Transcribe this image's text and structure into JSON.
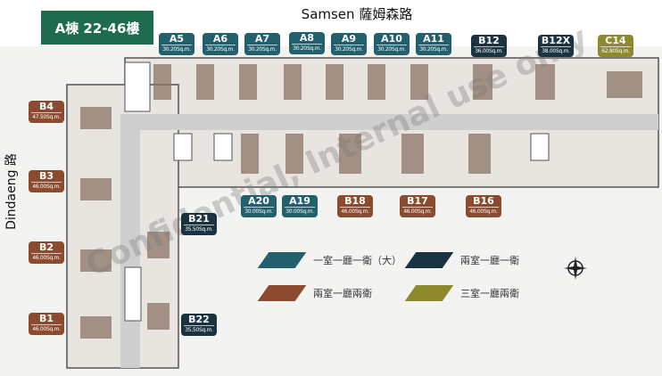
{
  "title": "A棟 22-46樓",
  "roads": {
    "top": "Samsen 薩姆森路",
    "left": "Dindaeng 路"
  },
  "colors": {
    "one_bed_large": "#23606e",
    "two_bed_one_bath": "#1b3240",
    "two_bed_two_bath": "#8c4a2f",
    "three_bed_two_bath": "#8c8a2c",
    "title_bg": "#1e6b4e"
  },
  "units": [
    {
      "id": "A5",
      "area": "30.20Sq.m.",
      "type": "teal"
    },
    {
      "id": "A6",
      "area": "30.20Sq.m.",
      "type": "teal"
    },
    {
      "id": "A7",
      "area": "30.20Sq.m.",
      "type": "teal"
    },
    {
      "id": "A8",
      "area": "30.20Sq.m.",
      "type": "teal"
    },
    {
      "id": "A9",
      "area": "30.20Sq.m.",
      "type": "teal"
    },
    {
      "id": "A10",
      "area": "30.20Sq.m.",
      "type": "teal"
    },
    {
      "id": "A11",
      "area": "30.20Sq.m.",
      "type": "teal"
    },
    {
      "id": "B12",
      "area": "36.00Sq.m.",
      "type": "navy"
    },
    {
      "id": "B12X",
      "area": "38.00Sq.m.",
      "type": "navy"
    },
    {
      "id": "C14",
      "area": "62.80Sq.m.",
      "type": "olive"
    },
    {
      "id": "B4",
      "area": "47.50Sq.m.",
      "type": "brown"
    },
    {
      "id": "B3",
      "area": "46.00Sq.m.",
      "type": "brown"
    },
    {
      "id": "B2",
      "area": "46.00Sq.m.",
      "type": "brown"
    },
    {
      "id": "B1",
      "area": "46.00Sq.m.",
      "type": "brown"
    },
    {
      "id": "B21",
      "area": "35.50Sq.m.",
      "type": "navy"
    },
    {
      "id": "B22",
      "area": "35.50Sq.m.",
      "type": "navy"
    },
    {
      "id": "A20",
      "area": "30.00Sq.m.",
      "type": "teal"
    },
    {
      "id": "A19",
      "area": "30.00Sq.m.",
      "type": "teal"
    },
    {
      "id": "B18",
      "area": "46.00Sq.m.",
      "type": "brown"
    },
    {
      "id": "B17",
      "area": "46.00Sq.m.",
      "type": "brown"
    },
    {
      "id": "B16",
      "area": "46.00Sq.m.",
      "type": "brown"
    }
  ],
  "legend": [
    {
      "label": "一室一廳一衛（大）",
      "color": "#23606e"
    },
    {
      "label": "兩室一廳一衛",
      "color": "#1b3240"
    },
    {
      "label": "兩室一廳兩衛",
      "color": "#8c4a2f"
    },
    {
      "label": "三室一廳兩衛",
      "color": "#8c8a2c"
    }
  ],
  "watermark": "Confidential, Internal use only"
}
